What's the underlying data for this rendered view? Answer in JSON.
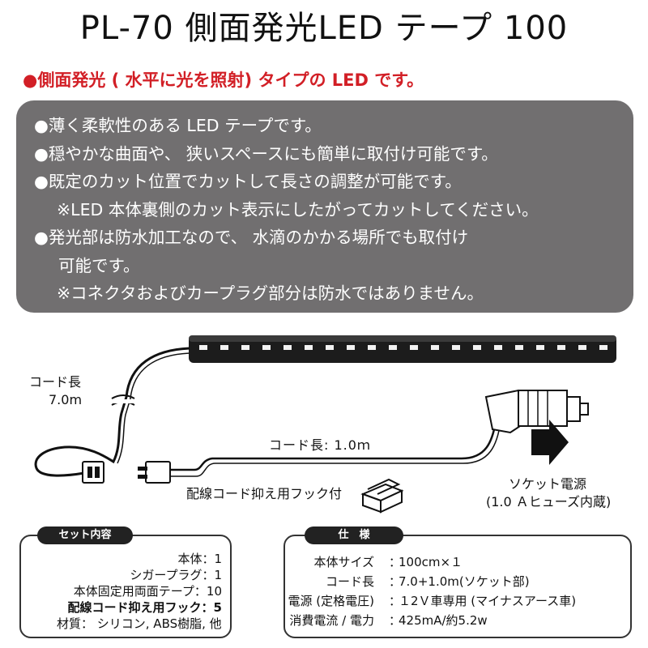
{
  "title": "PL-70 側面発光LED テープ 100",
  "highlight": "●側面発光 ( 水平に光を照射) タイプの LED です。",
  "features": [
    {
      "text": "●薄く柔軟性のある LED テープです。",
      "indent": 0
    },
    {
      "text": "●穏やかな曲面や、 狭いスペースにも簡単に取付け可能です。",
      "indent": 0
    },
    {
      "text": "●既定のカット位置でカットして長さの調整が可能です。",
      "indent": 0
    },
    {
      "text": "※LED 本体裏側のカット表示にしたがってカットしてください。",
      "indent": 1
    },
    {
      "text": "●発光部は防水加工なので、 水滴のかかる場所でも取付け",
      "indent": 0
    },
    {
      "text": "可能です。",
      "indent": 2
    },
    {
      "text": "※コネクタおよびカープラグ部分は防水ではありません。",
      "indent": 1
    }
  ],
  "diagram": {
    "cord_long_label": "コード長",
    "cord_long_value": "7.0m",
    "cord_short_label": "コード長: 1.0ｍ",
    "hook_label": "配線コード抑え用フック付",
    "socket_label": "ソケット電源",
    "socket_note": "(1.0 Ａヒューズ内蔵)",
    "colors": {
      "strip": "#1c1c1c",
      "led": "#f2f2f2",
      "arrow": "#111111"
    }
  },
  "set_contents": {
    "tag": "セット内容",
    "items": [
      {
        "text": "本体：1",
        "bold": false
      },
      {
        "text": "シガープラグ：1",
        "bold": false
      },
      {
        "text": "本体固定用両面テープ：10",
        "bold": false
      },
      {
        "text": "配線コード抑え用フック：5",
        "bold": true
      },
      {
        "text": "材質： シリコン, ABS樹脂, 他",
        "bold": false
      }
    ]
  },
  "specs": {
    "tag": "仕　様",
    "rows": [
      {
        "label": "本体サイズ",
        "value": "100cm×１"
      },
      {
        "label": "コード長",
        "value": "7.0+1.0m(ソケット部)"
      },
      {
        "label": "電源 (定格電圧)",
        "value": "１2Ｖ車専用 (マイナスアース車)"
      },
      {
        "label": "消費電流 / 電力",
        "value": "425mA/約5.2w"
      }
    ]
  },
  "theme": {
    "accent_red": "#d21f26",
    "box_gray": "#716f70"
  }
}
